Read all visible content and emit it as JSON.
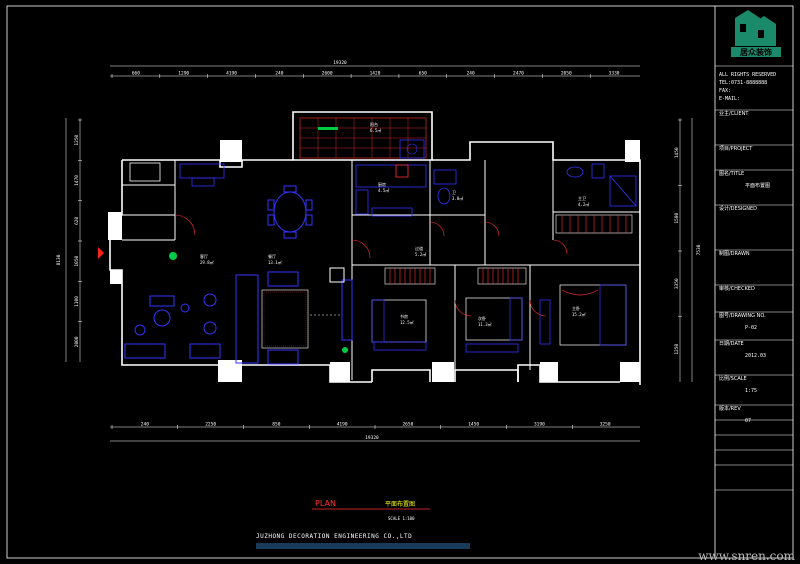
{
  "title_block": {
    "logo_text": "居众装饰",
    "company_info": [
      "ALL RIGHTS RESERVED",
      "TEL:0731-8888888",
      "FAX:",
      "E-MAIL:"
    ],
    "fields": [
      {
        "label": "业主/CLIENT",
        "value": ""
      },
      {
        "label": "项目/PROJECT",
        "value": ""
      },
      {
        "label": "图名/TITLE",
        "value": "平面布置图"
      },
      {
        "label": "设计/DESIGNED",
        "value": ""
      },
      {
        "label": "制图/DRAWN",
        "value": ""
      },
      {
        "label": "审核/CHECKED",
        "value": ""
      },
      {
        "label": "图号/DRAWING NO.",
        "value": "P-02"
      },
      {
        "label": "日期/DATE",
        "value": "2012.03"
      },
      {
        "label": "比例/SCALE",
        "value": "1:75"
      },
      {
        "label": "版本/REV",
        "value": "07"
      }
    ]
  },
  "dimensions": {
    "top_total": "19320",
    "bottom_total": "19320",
    "top_segments": [
      "660",
      "1290",
      "4190",
      "240",
      "2600",
      "1420",
      "650",
      "240",
      "2470",
      "2050",
      "3330"
    ],
    "bottom_segments": [
      "240",
      "2250",
      "850",
      "4190",
      "2650",
      "1450",
      "3190",
      "3250"
    ],
    "left_segments": [
      "1250",
      "1470",
      "620",
      "1050",
      "1100",
      "2000"
    ],
    "left_total": "8130",
    "right_segments": [
      "1450",
      "1580",
      "3350",
      "1250"
    ],
    "right_total": "7530"
  },
  "rooms": [
    {
      "name": "阳台",
      "area": "6.5㎡"
    },
    {
      "name": "厨房",
      "area": "4.5㎡"
    },
    {
      "name": "卫",
      "area": "3.8㎡"
    },
    {
      "name": "客厅",
      "area": "29.8㎡"
    },
    {
      "name": "餐厅",
      "area": "13.1㎡"
    },
    {
      "name": "书房",
      "area": "12.5㎡"
    },
    {
      "name": "次卧",
      "area": "11.3㎡"
    },
    {
      "name": "主卧",
      "area": "15.2㎡"
    },
    {
      "name": "主卫",
      "area": "4.2㎡"
    },
    {
      "name": "过道",
      "area": "5.2㎡"
    }
  ],
  "plan_title": "PLAN",
  "plan_subtitle": "平面布置图",
  "scale_text": "SCALE 1:100",
  "company_banner": "JUZHONG DECORATION ENGINEERING CO.,LTD",
  "watermark": "www.snren.com",
  "colors": {
    "background": "#000000",
    "wall": "#ffffff",
    "furniture": "#3333ff",
    "annotation": "#ff2020",
    "dimension": "#ffffff",
    "green": "#00cc44",
    "logo": "#1a8a6a"
  }
}
